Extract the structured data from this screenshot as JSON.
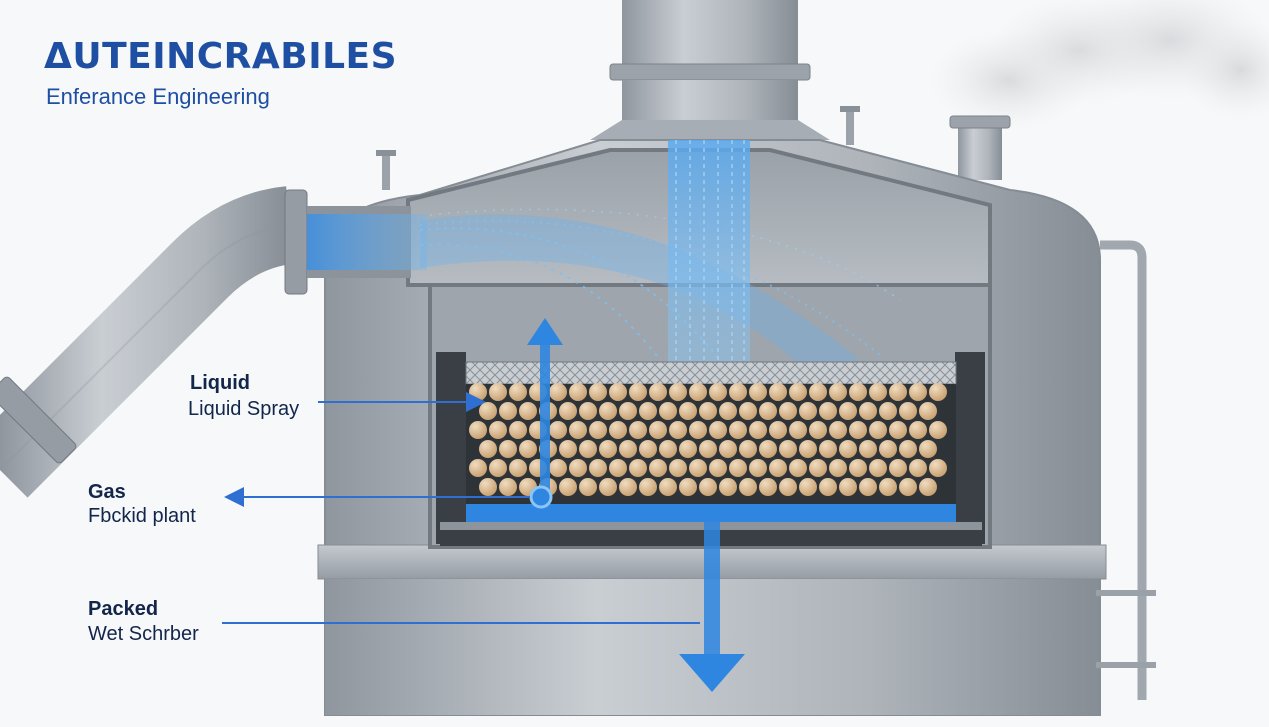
{
  "header": {
    "brand": "ΔUTEINCRABILES",
    "subtitle": "Enferance Engineering"
  },
  "labels": {
    "liquid": {
      "title": "Liquid",
      "sub": "Liquid Spray"
    },
    "gas": {
      "title": "Gas",
      "sub": "Fbckid plant"
    },
    "packed": {
      "title": "Packed",
      "sub": "Wet Schrber"
    }
  },
  "colors": {
    "steel": "#a9afb6",
    "steel_dark": "#7c838b",
    "flow_blue": "#2f8be6",
    "text_blue": "#1f4fa3",
    "packing": "#d8b48a"
  }
}
